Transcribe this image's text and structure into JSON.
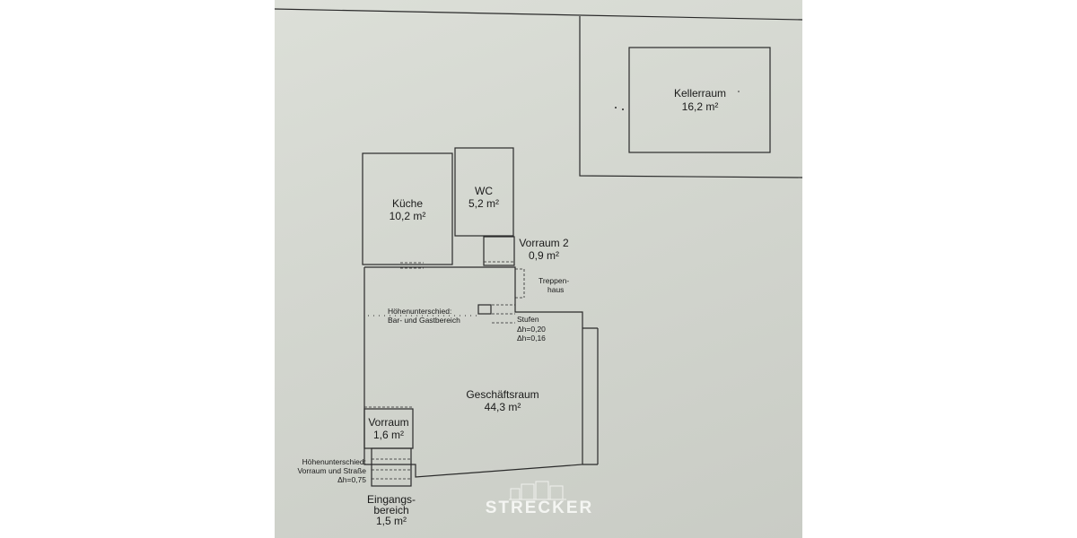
{
  "rooms": {
    "kellerraum": {
      "name": "Kellerraum",
      "area": "16,2 m²"
    },
    "kueche": {
      "name": "Küche",
      "area": "10,2 m²"
    },
    "wc": {
      "name": "WC",
      "area": "5,2 m²"
    },
    "vorraum2": {
      "name": "Vorraum 2",
      "area": "0,9 m²"
    },
    "geschaeftsraum": {
      "name": "Geschäftsraum",
      "area": "44,3 m²"
    },
    "vorraum": {
      "name": "Vorraum",
      "area": "1,6 m²"
    },
    "eingangsbereich": {
      "name_line1": "Eingangs-",
      "name_line2": "bereich",
      "area": "1,5 m²"
    }
  },
  "annotations": {
    "treppenhaus_line1": "Treppen-",
    "treppenhaus_line2": "haus",
    "hoehe_bar_line1": "Höhenunterschied:",
    "hoehe_bar_line2": "Bar- und Gastbereich",
    "stufen": "Stufen",
    "dh1": "Δh=0,20",
    "dh2": "Δh=0,16",
    "hoehe_vorraum_line1": "Höhenunterschied:",
    "hoehe_vorraum_line2": "Vorraum und Straße",
    "dh3": "Δh=0,75"
  },
  "watermark": {
    "brand": "STRECKER"
  },
  "colors": {
    "paper": "#d6d9d2",
    "line": "#2a2a2a",
    "watermark": "#f4f5f2"
  }
}
